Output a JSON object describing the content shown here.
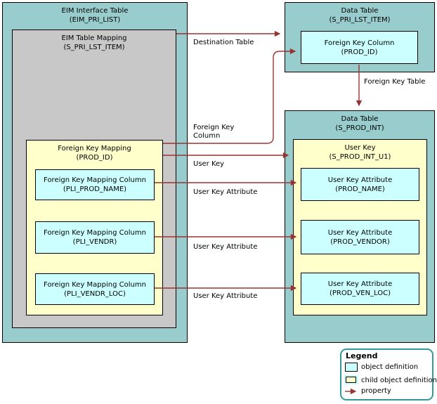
{
  "colors": {
    "object_definition_fill": "#CCFFFF",
    "child_object_fill": "#FFFFCC",
    "table_fill": "#99CCCC",
    "mapping_fill": "#C8C8C8",
    "property_arrow": "#993333",
    "legend_border": "#339999",
    "box_border": "#000000"
  },
  "boxes": {
    "eim_interface_table": {
      "title": "EIM Interface Table",
      "subtitle": "(EIM_PRI_LIST)"
    },
    "eim_table_mapping": {
      "title": "EIM Table Mapping",
      "subtitle": "(S_PRI_LST_ITEM)"
    },
    "foreign_key_mapping": {
      "title": "Foreign Key Mapping",
      "subtitle": "(PROD_ID)"
    },
    "foreign_key_mapping_columns": [
      {
        "title": "Foreign Key Mapping Column",
        "subtitle": "(PLI_PROD_NAME)"
      },
      {
        "title": "Foreign Key Mapping Column",
        "subtitle": "(PLI_VENDR)"
      },
      {
        "title": "Foreign Key Mapping Column",
        "subtitle": "(PLI_VENDR_LOC)"
      }
    ],
    "data_table_top": {
      "title": "Data Table",
      "subtitle": "(S_PRI_LST_ITEM)"
    },
    "foreign_key_column": {
      "title": "Foreign Key Column",
      "subtitle": "(PROD_ID)"
    },
    "data_table_bottom": {
      "title": "Data Table",
      "subtitle": "(S_PROD_INT)"
    },
    "user_key": {
      "title": "User Key",
      "subtitle": "(S_PROD_INT_U1)"
    },
    "user_key_attributes": [
      {
        "title": "User Key Attribute",
        "subtitle": "(PROD_NAME)"
      },
      {
        "title": "User Key Attribute",
        "subtitle": "(PROD_VENDOR)"
      },
      {
        "title": "User Key Attribute",
        "subtitle": "(PROD_VEN_LOC)"
      }
    ]
  },
  "arrow_labels": {
    "destination_table": "Destination Table",
    "foreign_key_column_line1": "Foreign Key",
    "foreign_key_column_line2": "Column",
    "foreign_key_table": "Foreign Key Table",
    "user_key": "User Key",
    "user_key_attribute_1": "User Key Attribute",
    "user_key_attribute_2": "User Key Attribute",
    "user_key_attribute_3": "User Key Attribute"
  },
  "legend": {
    "title": "Legend",
    "items": [
      {
        "label": "object definition"
      },
      {
        "label": "child object definition"
      },
      {
        "label": "property"
      }
    ]
  }
}
